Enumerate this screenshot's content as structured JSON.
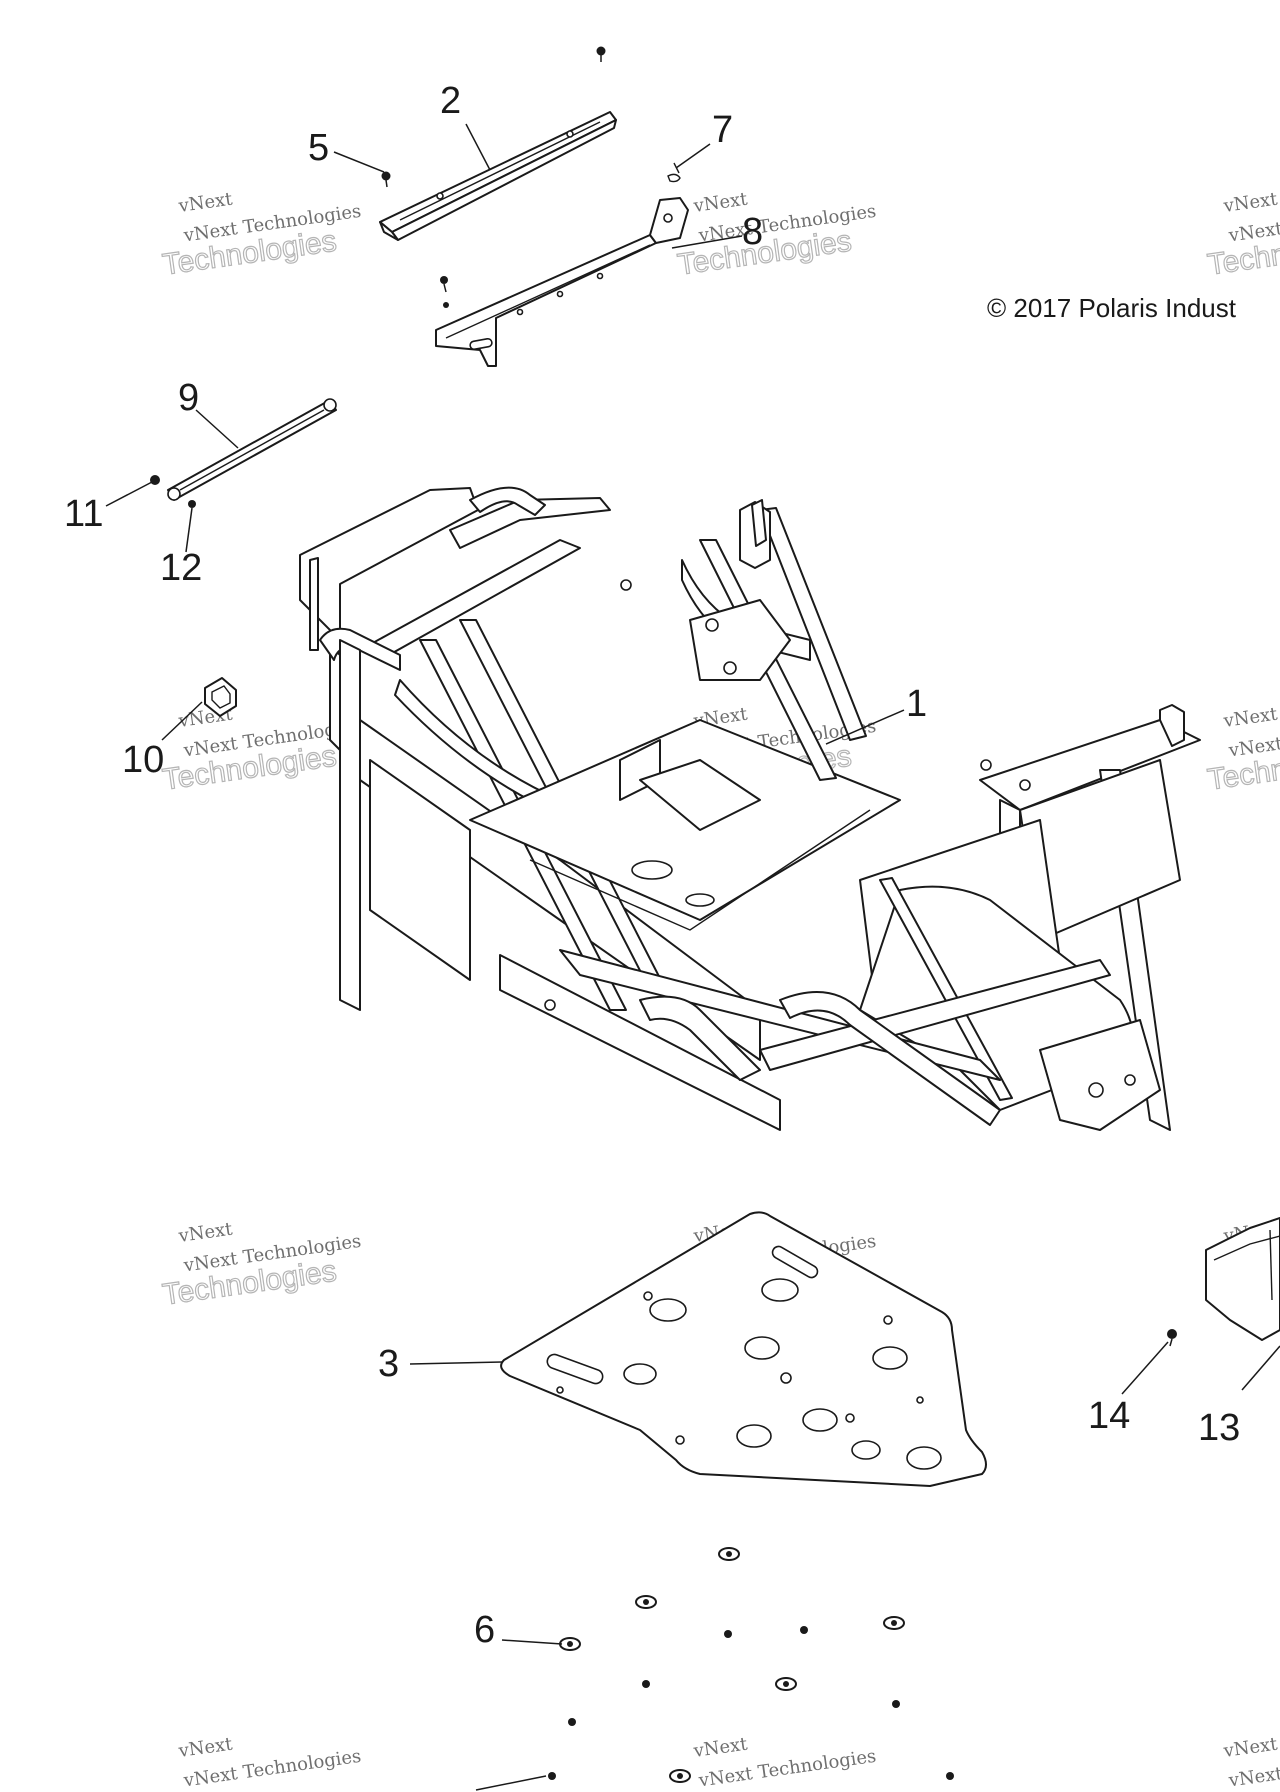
{
  "copyright": "© 2017 Polaris Indust",
  "watermark": {
    "line1": "vNext Technologies",
    "line2": "Technologies",
    "arc": "vNext"
  },
  "callouts": [
    {
      "id": "1",
      "label": "1"
    },
    {
      "id": "2",
      "label": "2"
    },
    {
      "id": "3",
      "label": "3"
    },
    {
      "id": "5",
      "label": "5"
    },
    {
      "id": "6",
      "label": "6"
    },
    {
      "id": "7",
      "label": "7"
    },
    {
      "id": "8",
      "label": "8"
    },
    {
      "id": "9",
      "label": "9"
    },
    {
      "id": "10",
      "label": "10"
    },
    {
      "id": "11",
      "label": "11"
    },
    {
      "id": "12",
      "label": "12"
    },
    {
      "id": "13",
      "label": "13"
    },
    {
      "id": "14",
      "label": "14"
    }
  ]
}
